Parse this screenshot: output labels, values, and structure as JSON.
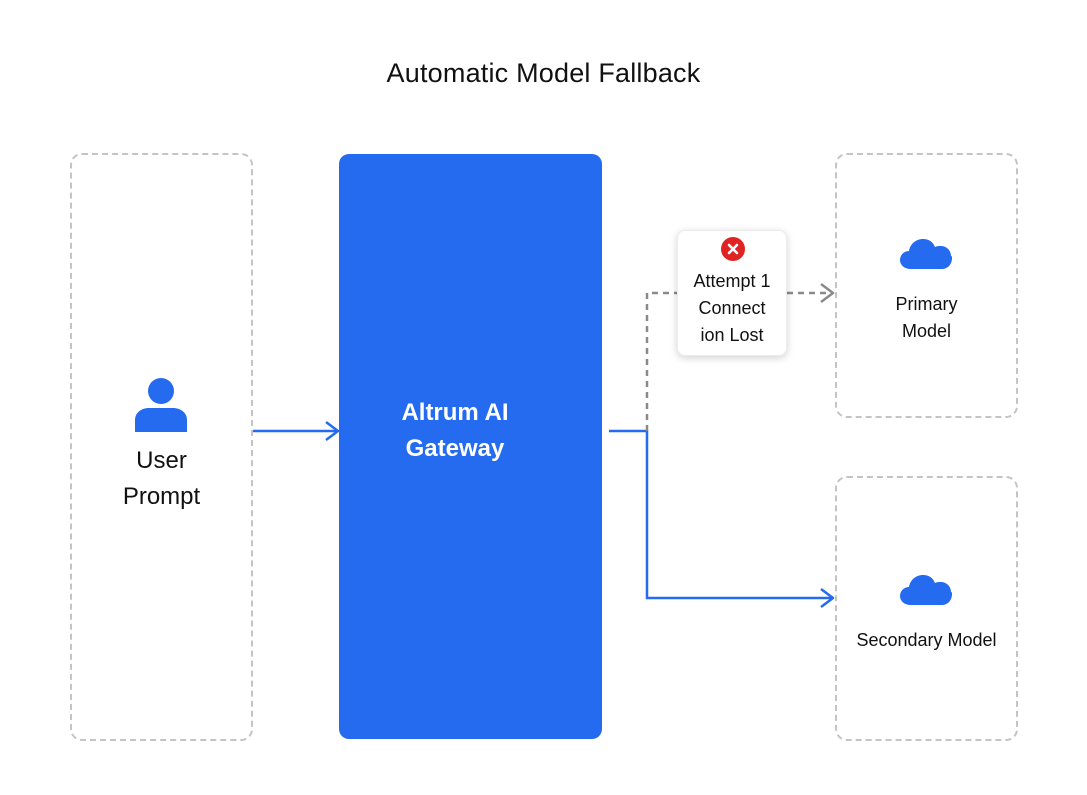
{
  "title": "Automatic Model Fallback",
  "user": {
    "label": "User\nPrompt",
    "icon": "user-icon"
  },
  "gateway": {
    "label": "Altrum AI\nGateway",
    "color": "#256bef"
  },
  "primary": {
    "label": "Primary\nModel",
    "icon": "cloud-icon"
  },
  "secondary": {
    "label": "Secondary Model",
    "icon": "cloud-icon"
  },
  "error": {
    "label": "Attempt 1\nConnect\nion Lost",
    "icon": "error-x-icon",
    "color": "#e02424"
  },
  "colors": {
    "accent": "#256bef",
    "dashed_line": "#8a8a8a",
    "box_border": "#c4c4c4"
  }
}
